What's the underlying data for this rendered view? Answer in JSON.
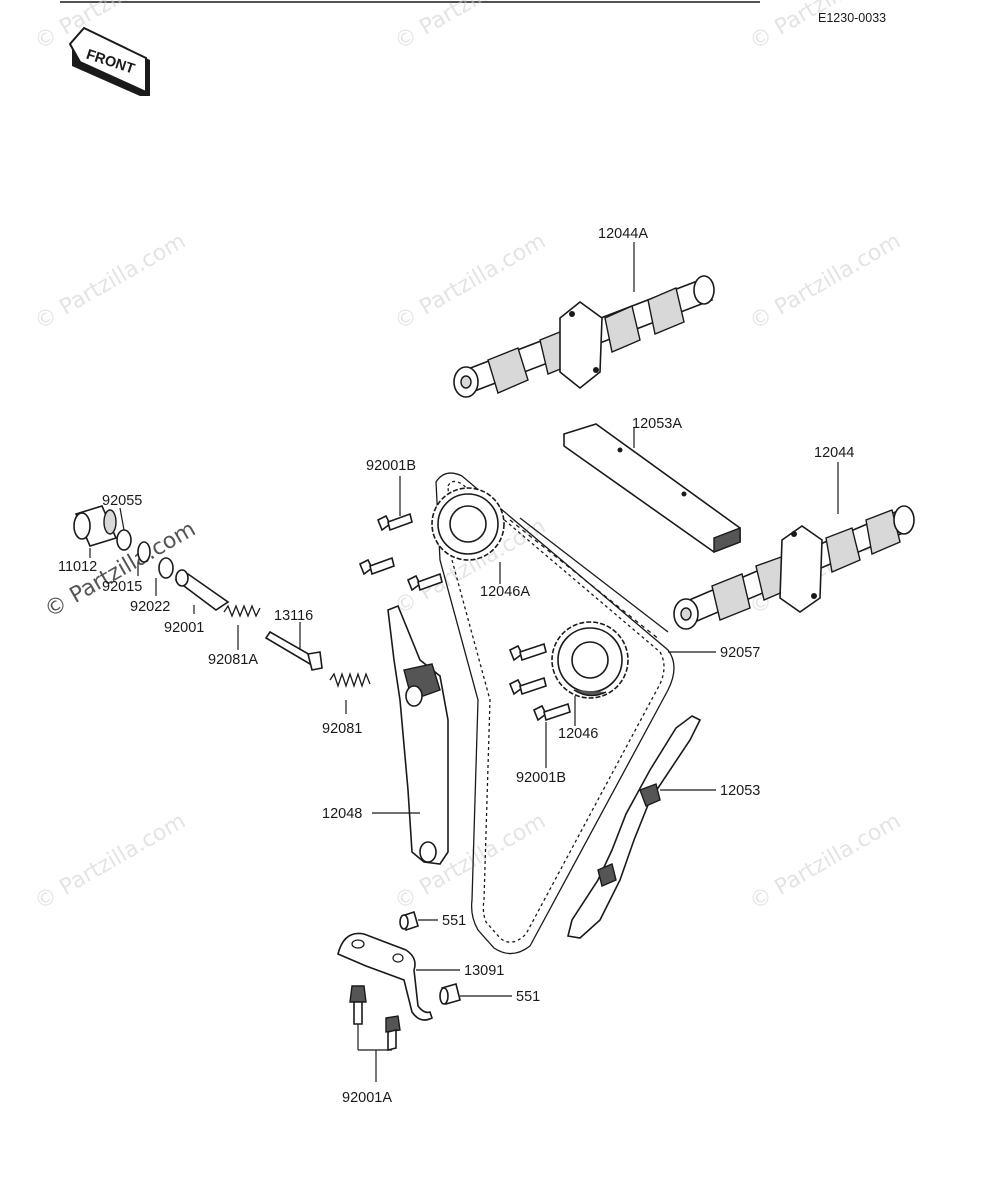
{
  "diagram_code": "E1230-0033",
  "front_label": "FRONT",
  "watermark": "© Partzilla.com",
  "parts": {
    "p12044A": "12044A",
    "p12053A": "12053A",
    "p12044": "12044",
    "p92001B_top": "92001B",
    "p92055": "92055",
    "p11012": "11012",
    "p92015": "92015",
    "p92022": "92022",
    "p92001": "92001",
    "p13116": "13116",
    "p92081A": "92081A",
    "p92081": "92081",
    "p12046A": "12046A",
    "p92057": "92057",
    "p12046": "12046",
    "p92001B_bot": "92001B",
    "p12048": "12048",
    "p12053": "12053",
    "p551_a": "551",
    "p13091": "13091",
    "p551_b": "551",
    "p92001A": "92001A"
  }
}
